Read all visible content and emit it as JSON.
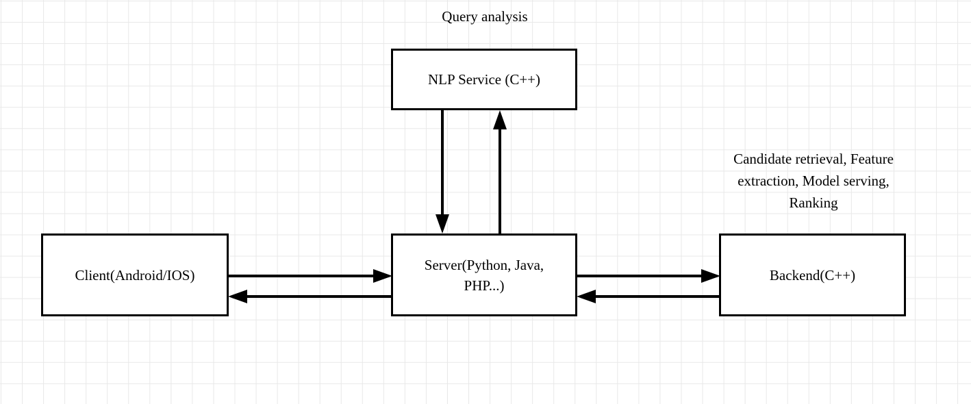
{
  "diagram": {
    "title_annotation": "Query analysis",
    "side_annotation": "Candidate retrieval, Feature\nextraction, Model serving,\nRanking",
    "nodes": [
      {
        "id": "nlp-service",
        "label": "NLP Service (C++)"
      },
      {
        "id": "client",
        "label": "Client(Android/IOS)"
      },
      {
        "id": "server",
        "label": "Server(Python, Java,\nPHP...)"
      },
      {
        "id": "backend",
        "label": "Backend(C++)"
      }
    ],
    "edges": [
      {
        "id": "nlp-to-server",
        "direction": "down"
      },
      {
        "id": "server-to-nlp",
        "direction": "up"
      },
      {
        "id": "client-to-server",
        "direction": "right"
      },
      {
        "id": "server-to-client",
        "direction": "left"
      },
      {
        "id": "server-to-backend",
        "direction": "right"
      },
      {
        "id": "backend-to-server",
        "direction": "left"
      }
    ],
    "colors": {
      "stroke": "#000000",
      "fill": "#ffffff",
      "grid": "#e8e8e8"
    }
  }
}
